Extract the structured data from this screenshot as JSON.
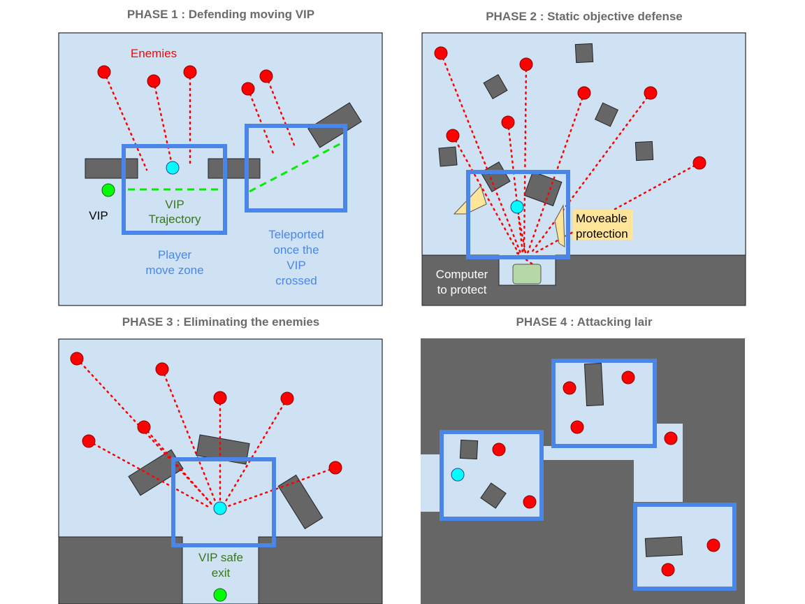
{
  "phase1": {
    "title": "PHASE 1 : Defending moving VIP",
    "enemies_label": "Enemies",
    "vip_label": "VIP",
    "trajectory_label": [
      "VIP",
      "Trajectory"
    ],
    "player_zone_label": [
      "Player",
      "move zone"
    ],
    "teleport_label": [
      "Teleported",
      "once the",
      "VIP",
      "crossed"
    ]
  },
  "phase2": {
    "title": "PHASE 2 : Static objective defense",
    "moveable_label": [
      "Moveable",
      "protection"
    ],
    "computer_label": [
      "Computer",
      "to protect"
    ]
  },
  "phase3": {
    "title": "PHASE 3 : Eliminating the enemies",
    "exit_label": [
      "VIP safe",
      "exit"
    ]
  },
  "phase4": {
    "title": "PHASE 4 : Attacking lair"
  },
  "colors": {
    "background": "#cfe2f3",
    "zone": "#4a86e8",
    "enemy": "#ff0000",
    "player": "#00ffff",
    "vip": "#00ff00",
    "obstacle": "#666666",
    "protection": "#ffe599",
    "computer": "#b6d7a8",
    "red_text": "#ff0000",
    "blue_text": "#4a86e8",
    "green_text": "#38761d"
  }
}
